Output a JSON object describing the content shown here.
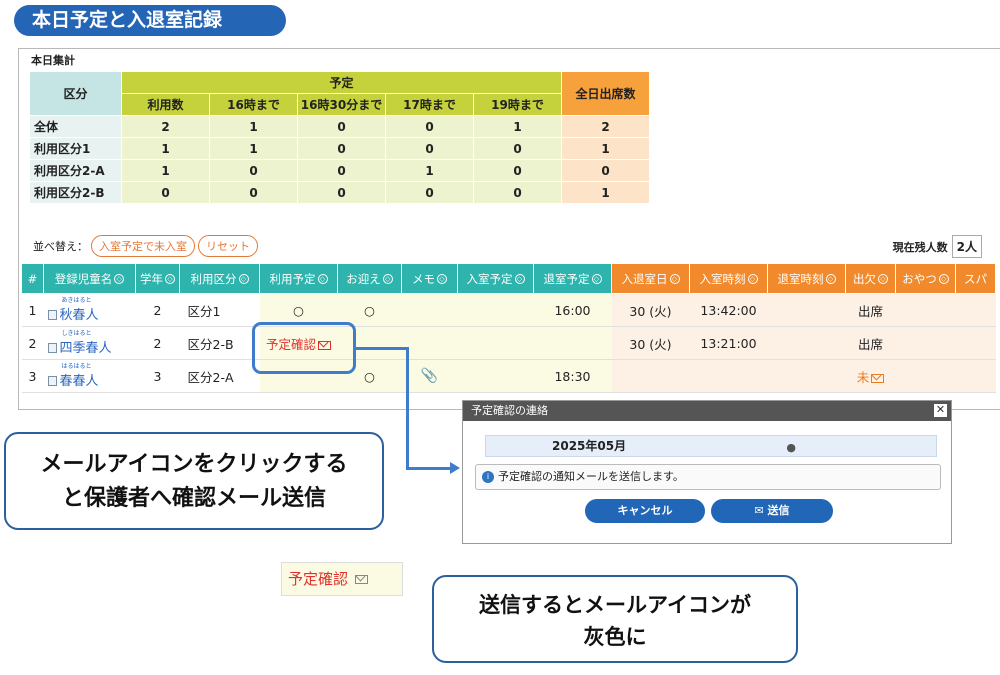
{
  "title": "本日予定と入退室記録",
  "summary": {
    "label": "本日集計",
    "h_kubun": "区分",
    "h_yotei": "予定",
    "h_zenjitsu": "全日出席数",
    "sub_headers": [
      "利用数",
      "16時まで",
      "16時30分まで",
      "17時まで",
      "19時まで"
    ],
    "rows": [
      {
        "label": "全体",
        "values": [
          "2",
          "1",
          "0",
          "0",
          "1"
        ],
        "zen": "2"
      },
      {
        "label": "利用区分1",
        "values": [
          "1",
          "1",
          "0",
          "0",
          "0"
        ],
        "zen": "1"
      },
      {
        "label": "利用区分2-A",
        "values": [
          "1",
          "0",
          "0",
          "1",
          "0"
        ],
        "zen": "0"
      },
      {
        "label": "利用区分2-B",
        "values": [
          "0",
          "0",
          "0",
          "0",
          "0"
        ],
        "zen": "1"
      }
    ]
  },
  "sort": {
    "label": "並べ替え：",
    "btn1": "入室予定で未入室",
    "btn2": "リセット"
  },
  "genzai": {
    "label": "現在残人数",
    "value": "2人"
  },
  "main": {
    "headers": [
      "#",
      "登録児童名",
      "学年",
      "利用区分",
      "利用予定",
      "お迎え",
      "メモ",
      "入室予定",
      "退室予定",
      "入退室日",
      "入室時刻",
      "退室時刻",
      "出欠",
      "おやつ",
      "スパ"
    ],
    "rows": [
      {
        "no": "1",
        "ruby": "あきはると",
        "name": "秋春人",
        "grade": "2",
        "kubun": "区分1",
        "yotei": "○",
        "omukae": "○",
        "memo": "",
        "in_plan": "",
        "out_plan": "16:00",
        "date": "30 (火)",
        "in_time": "13:42:00",
        "out_time": "",
        "attend": "出席",
        "snack": "",
        "spa": ""
      },
      {
        "no": "2",
        "ruby": "しきはると",
        "name": "四季春人",
        "grade": "2",
        "kubun": "区分2-B",
        "yotei": "予定確認",
        "omukae": "",
        "memo": "",
        "in_plan": "",
        "out_plan": "",
        "date": "30 (火)",
        "in_time": "13:21:00",
        "out_time": "",
        "attend": "出席",
        "snack": "",
        "spa": ""
      },
      {
        "no": "3",
        "ruby": "はるはると",
        "name": "春春人",
        "grade": "3",
        "kubun": "区分2-A",
        "yotei": "",
        "omukae": "○",
        "memo": "",
        "in_plan": "",
        "out_plan": "18:30",
        "date": "",
        "in_time": "",
        "out_time": "",
        "attend": "未",
        "snack": "",
        "spa": ""
      }
    ]
  },
  "dialog": {
    "title": "予定確認の連絡",
    "month": "2025年05月",
    "info": "予定確認の通知メールを送信します。",
    "cancel": "キャンセル",
    "send": "送信"
  },
  "callouts": {
    "c1_line1": "メールアイコンをクリックする",
    "c1_line2": "と保護者へ確認メール送信",
    "sample": "予定確認",
    "c2_line1": "送信するとメールアイコンが",
    "c2_line2": "灰色に"
  },
  "colors": {
    "brand_blue": "#2565b6",
    "teal": "#2fb4ad",
    "orange": "#f08a2c",
    "envelope_red": "#e0302b",
    "envelope_grey": "#888888"
  }
}
